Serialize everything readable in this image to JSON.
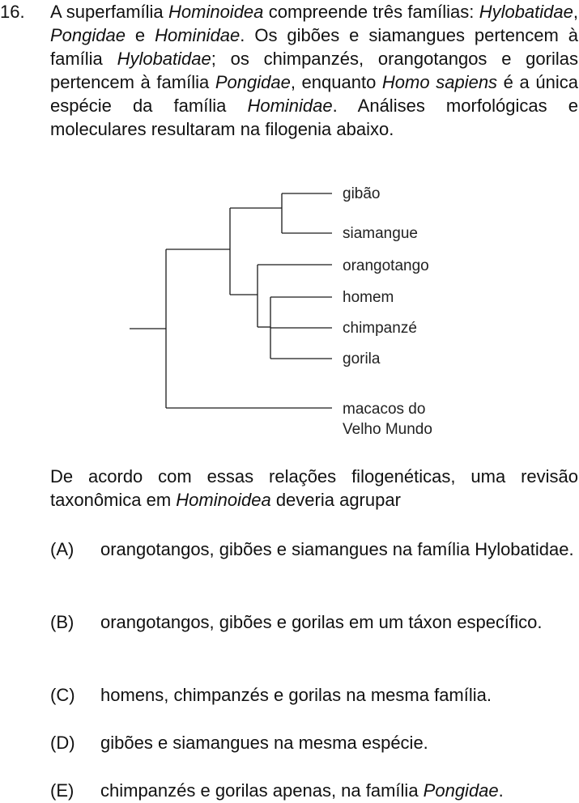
{
  "question": {
    "number": "16.",
    "stem": {
      "s1": "A superfamília ",
      "s2": "Hominoidea",
      "s3": " compreende três famílias: ",
      "s4": "Hylobatidae",
      "s5": ", ",
      "s6": "Pongidae",
      "s7": " e ",
      "s8": "Hominidae",
      "s9": ". Os gibões e siamangues pertencem à família ",
      "s10": "Hylobatidae",
      "s11": "; os chimpanzés, orangotangos e gorilas pertencem à família ",
      "s12": "Pongidae",
      "s13": ", enquanto ",
      "s14": "Homo sapiens",
      "s15": " é a única espécie da família ",
      "s16": "Hominidae",
      "s17": ". Análises morfológicas e moleculares resultaram na filogenia abaixo."
    },
    "prompt": {
      "p1": "De acordo com essas relações filogenéticas, uma revisão taxonômica em ",
      "p2": "Hominoidea",
      "p3": " deveria agrupar"
    }
  },
  "phylogeny": {
    "leaves": {
      "gibao": "gibão",
      "siamangue": "siamangue",
      "orangotango": "orangotango",
      "homem": "homem",
      "chimpanze": "chimpanzé",
      "gorila": "gorila",
      "macacos": "macacos do\nVelho Mundo"
    }
  },
  "options": {
    "a": {
      "letter": "(A)",
      "text": "orangotangos, gibões e siamangues na família Hylobatidae."
    },
    "b": {
      "letter": "(B)",
      "text": "orangotangos, gibões e gorilas em um táxon específico."
    },
    "c": {
      "letter": "(C)",
      "text": "homens, chimpanzés e gorilas na mesma família."
    },
    "d": {
      "letter": "(D)",
      "text": "gibões e siamangues na mesma espécie."
    },
    "e": {
      "letter": "(E)",
      "t1": "chimpanzés e gorilas apenas, na família ",
      "t2": "Pongidae",
      "t3": "."
    }
  }
}
